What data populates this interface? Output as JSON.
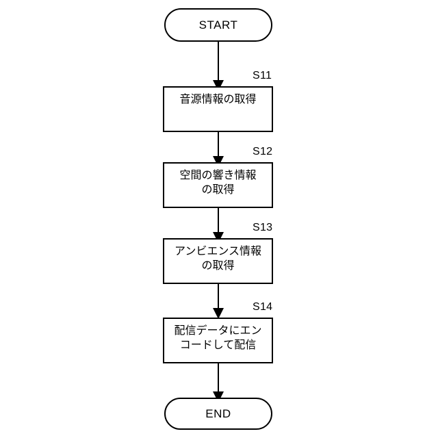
{
  "diagram": {
    "type": "flowchart",
    "orientation": "vertical",
    "nodes": [
      {
        "id": "start",
        "shape": "terminator",
        "label": "START",
        "step": null
      },
      {
        "id": "s11",
        "shape": "process",
        "label": "音源情報の取得",
        "step": "S11"
      },
      {
        "id": "s12",
        "shape": "process",
        "label": "空間の響き情報\nの取得",
        "step": "S12"
      },
      {
        "id": "s13",
        "shape": "process",
        "label": "アンビエンス情報\nの取得",
        "step": "S13"
      },
      {
        "id": "s14",
        "shape": "process",
        "label": "配信データにエン\nコードして配信",
        "step": "S14"
      },
      {
        "id": "end",
        "shape": "terminator",
        "label": "END",
        "step": null
      }
    ],
    "edges": [
      {
        "from": "start",
        "to": "s11"
      },
      {
        "from": "s11",
        "to": "s12"
      },
      {
        "from": "s12",
        "to": "s13"
      },
      {
        "from": "s13",
        "to": "s14"
      },
      {
        "from": "s14",
        "to": "end"
      }
    ],
    "colors": {
      "stroke": "#000000",
      "fill": "#ffffff",
      "text": "#000000"
    }
  }
}
